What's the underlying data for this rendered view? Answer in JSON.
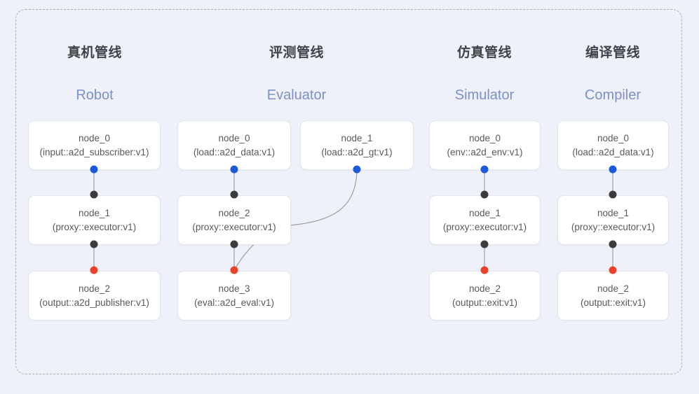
{
  "diagram": {
    "background_color": "#eef1f9",
    "frame_border_color": "#a9aeb8",
    "accent_colors": {
      "blue_port": "#1b5ad8",
      "black_port": "#3c3c3c",
      "red_port": "#eb4228",
      "subtitle_blue": "#7c90c8",
      "title_gray": "#3f4347",
      "edge_gray": "#9aa0ac"
    }
  },
  "columns": [
    {
      "key": "robot",
      "title_cn": "真机管线",
      "title_en": "Robot",
      "nodes": [
        {
          "id": "node_0",
          "type": "(input::a2d_subscriber:v1)"
        },
        {
          "id": "node_1",
          "type": "(proxy::executor:v1)"
        },
        {
          "id": "node_2",
          "type": "(output::a2d_publisher:v1)"
        }
      ]
    },
    {
      "key": "evaluator",
      "title_cn": "评测管线",
      "title_en": "Evaluator",
      "nodes": [
        {
          "id": "node_0",
          "type": "(load::a2d_data:v1)"
        },
        {
          "id": "node_1",
          "type": "(load::a2d_gt:v1)"
        },
        {
          "id": "node_2",
          "type": "(proxy::executor:v1)"
        },
        {
          "id": "node_3",
          "type": "(eval::a2d_eval:v1)"
        }
      ]
    },
    {
      "key": "simulator",
      "title_cn": "仿真管线",
      "title_en": "Simulator",
      "nodes": [
        {
          "id": "node_0",
          "type": "(env::a2d_env:v1)"
        },
        {
          "id": "node_1",
          "type": "(proxy::executor:v1)"
        },
        {
          "id": "node_2",
          "type": "(output::exit:v1)"
        }
      ]
    },
    {
      "key": "compiler",
      "title_cn": "编译管线",
      "title_en": "Compiler",
      "nodes": [
        {
          "id": "node_0",
          "type": "(load::a2d_data:v1)"
        },
        {
          "id": "node_1",
          "type": "(proxy::executor:v1)"
        },
        {
          "id": "node_2",
          "type": "(output::exit:v1)"
        }
      ]
    }
  ]
}
